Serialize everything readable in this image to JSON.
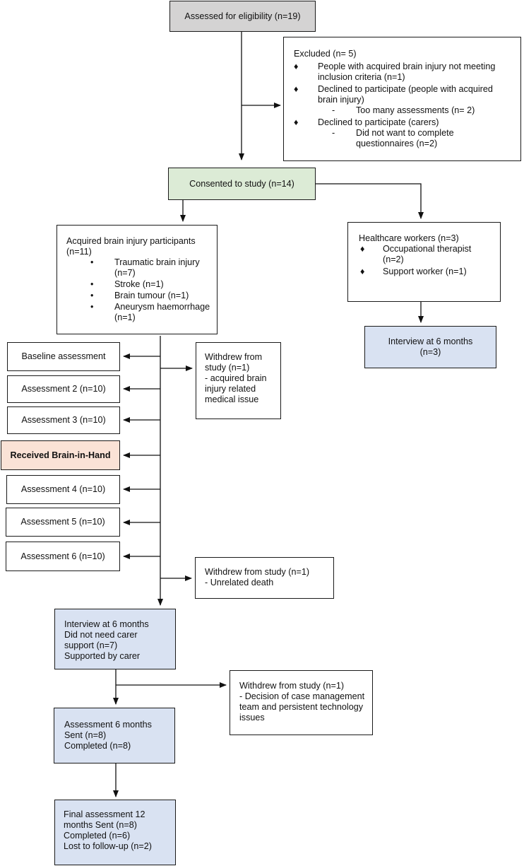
{
  "assessed": "Assessed for eligibility (n=19)",
  "excluded": {
    "title": "Excluded (n= 5)",
    "item1": "People with acquired brain injury not meeting inclusion criteria (n=1)",
    "item2": "Declined to participate (people with acquired brain injury)",
    "item2_sub": "Too many assessments (n= 2)",
    "item3": "Declined to participate (carers)",
    "item3_sub": "Did not want to complete questionnaires (n=2)"
  },
  "consented": "Consented to study (n=14)",
  "abi": {
    "title": "Acquired brain injury participants (n=11)",
    "items": [
      "Traumatic brain injury (n=7)",
      "Stroke (n=1)",
      "Brain tumour (n=1)",
      "Aneurysm haemorrhage (n=1)"
    ]
  },
  "hcw": {
    "title": "Healthcare workers (n=3)",
    "items": [
      "Occupational therapist (n=2)",
      "Support worker (n=1)"
    ]
  },
  "hcw_interview": "Interview at 6 months (n=3)",
  "timeline": {
    "baseline": "Baseline assessment",
    "a2": "Assessment 2 (n=10)",
    "a3": "Assessment 3 (n=10)",
    "bih": "Received Brain-in-Hand",
    "a4": "Assessment 4 (n=10)",
    "a5": "Assessment 5 (n=10)",
    "a6": "Assessment 6 (n=10)"
  },
  "withdrew1": {
    "title": "Withdrew from study (n=1)",
    "reason": "- acquired brain injury related medical issue"
  },
  "withdrew2": {
    "title": "Withdrew from study (n=1)",
    "reason": "- Unrelated death"
  },
  "interview6": [
    "Interview at 6 months",
    "Did not need carer support (n=7)",
    "Supported by carer"
  ],
  "withdrew3": {
    "title": "Withdrew from study (n=1)",
    "reason": "- Decision of case management team and persistent technology issues"
  },
  "assess6m": [
    "Assessment 6 months",
    "Sent (n=8)",
    "Completed (n=8)"
  ],
  "final": [
    "Final assessment 12 months Sent (n=8)",
    "Completed (n=6)",
    "Lost to follow-up (n=2)"
  ]
}
